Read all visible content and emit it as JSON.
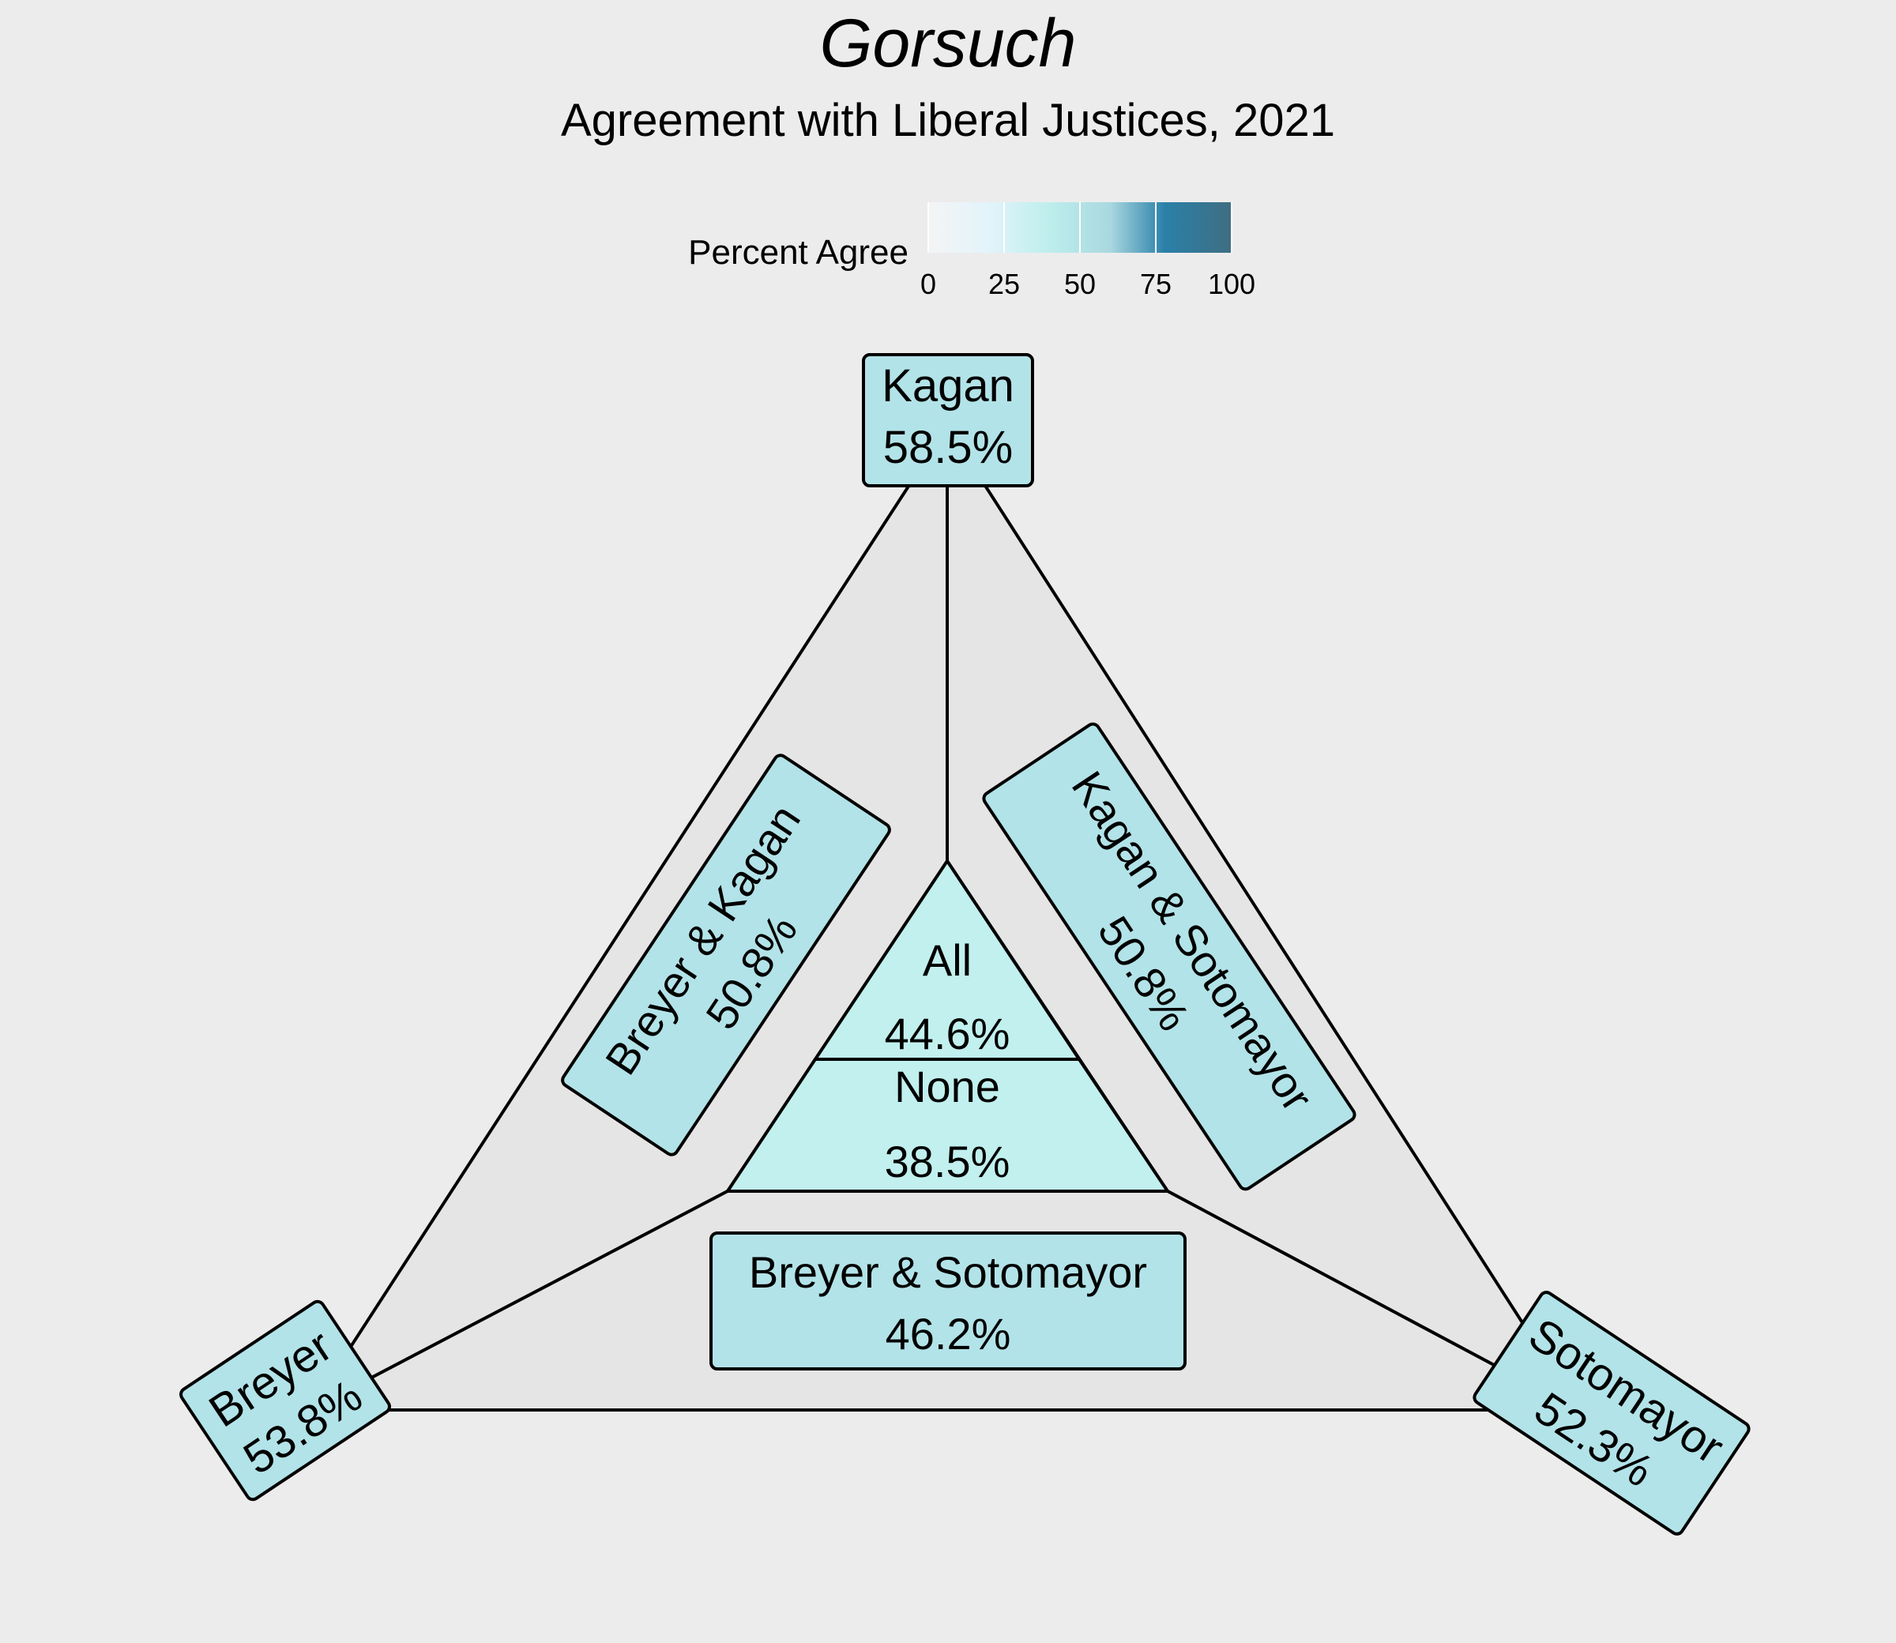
{
  "title": "Gorsuch",
  "subtitle": "Agreement with Liberal Justices, 2021",
  "legend": {
    "label": "Percent Agree",
    "ticks": [
      "0",
      "25",
      "50",
      "75",
      "100"
    ],
    "colors": [
      "#f4f4f4",
      "#e2f4fb",
      "#bdeeec",
      "#a9d8e0",
      "#2a80a8",
      "#3f6e82"
    ]
  },
  "regions": {
    "kagan": {
      "label": "Kagan",
      "value": "58.5%"
    },
    "breyer": {
      "label": "Breyer",
      "value": "53.8%"
    },
    "sotomayor": {
      "label": "Sotomayor",
      "value": "52.3%"
    },
    "breyer_kagan": {
      "label": "Breyer & Kagan",
      "value": "50.8%"
    },
    "kagan_sotomayor": {
      "label": "Kagan & Sotomayor",
      "value": "50.8%"
    },
    "breyer_sotomayor": {
      "label": "Breyer & Sotomayor",
      "value": "46.2%"
    },
    "all": {
      "label": "All",
      "value": "44.6%"
    },
    "none": {
      "label": "None",
      "value": "38.5%"
    }
  },
  "colors": {
    "background": "#ececec",
    "outer_fill": "#e5e5e5",
    "center_fill": "#c1f0ee",
    "box_fill": "#b2e3e8",
    "stroke": "#000000"
  }
}
